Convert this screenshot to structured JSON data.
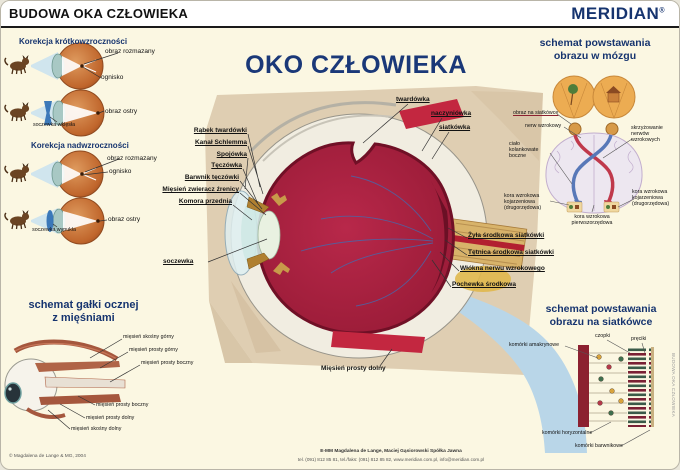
{
  "header": {
    "title": "BUDOWA OKA CZŁOWIEKA",
    "brand": "MERIDIAN",
    "brand_reg": "®"
  },
  "colors": {
    "background": "#FBF7E2",
    "brand_navy": "#16346F",
    "tan_backdrop": "#DFCEB2",
    "eye_red": "#9B1C38",
    "beam_blue": "#C8E2F0",
    "swoosh_blue": "#B9D6E8",
    "muscle_red": "#C32740",
    "retina_bar_maroon": "#8C2130"
  },
  "center": {
    "title": "OKO CZŁOWIEKA",
    "top_labels": [
      "twardówka",
      "naczyniówka",
      "siatkówka"
    ],
    "left_labels": [
      "Rąbek twardówki",
      "Kanał Schlemma",
      "Spojówka",
      "Tęczówka",
      "Barwnik tęczówki",
      "Mięsień zwieracz źrenicy",
      "Komora przednia"
    ],
    "lens_label": "soczewka",
    "right_labels": [
      "Żyła środkowa siatkówki",
      "Tętnica środkowa siatkówki",
      "Włókna nerwu wzrokowego",
      "Pochewka środkowa"
    ],
    "bottom_label": "Mięsień prosty dolny"
  },
  "myopia": {
    "title": "Korekcja krótkowzroczności",
    "blurred": "obraz rozmazany",
    "focus": "ognisko",
    "lens": "soczewka wklęsła",
    "sharp": "obraz ostry"
  },
  "hyperopia": {
    "title": "Korekcja nadwzroczności",
    "blurred": "obraz rozmazany",
    "focus": "ognisko",
    "lens": "soczewka wypukła",
    "sharp": "obraz ostry"
  },
  "muscles": {
    "title": "schemat gałki ocznej z mięśniami",
    "labels": [
      "mięsień skośny górny",
      "mięsień prosty górny",
      "mięsień prosty boczny",
      "mięsień prosty boczny",
      "mięsień prosty dolny",
      "mięsień skośny dolny"
    ]
  },
  "brain": {
    "title": "schemat powstawania obrazu w mózgu",
    "labels": {
      "retina_image": "obraz na siatkówce",
      "optic_nerve": "nerw wzrokowy",
      "geniculate": "ciało kolankowate boczne",
      "chiasm": "skrzyżowanie nerwów wzrokowych",
      "cortex_left": "kora wzrokowa kojarzeniowa (drugorzędowa)",
      "cortex_primary": "kora wzrokowa pierwszorzędowa",
      "cortex_right": "kora wzrokowa kojarzeniowa (drugorzędowa)"
    }
  },
  "retina": {
    "title": "schemat powstawania obrazu na siatkówce",
    "labels": {
      "amacrine": "komórki amakrynowe",
      "cones": "czopki",
      "rods": "pręciki",
      "horizontal": "komórki horyzontalne",
      "pigment": "komórki barwnikowe"
    }
  },
  "footer": {
    "copyright": "© Magdalena de Lange & MG, 2004",
    "company": "E-MM Magdalena de Lange, Maciej Gąsiorowski Spółka Jawna",
    "contact": "tel. (091) 812 85 81, tel./faks: (091) 812 85 82, www.meridian.com.pl, info@meridian.com.pl",
    "side_text": "BUDOWA OKA CZŁOWIEKA"
  }
}
